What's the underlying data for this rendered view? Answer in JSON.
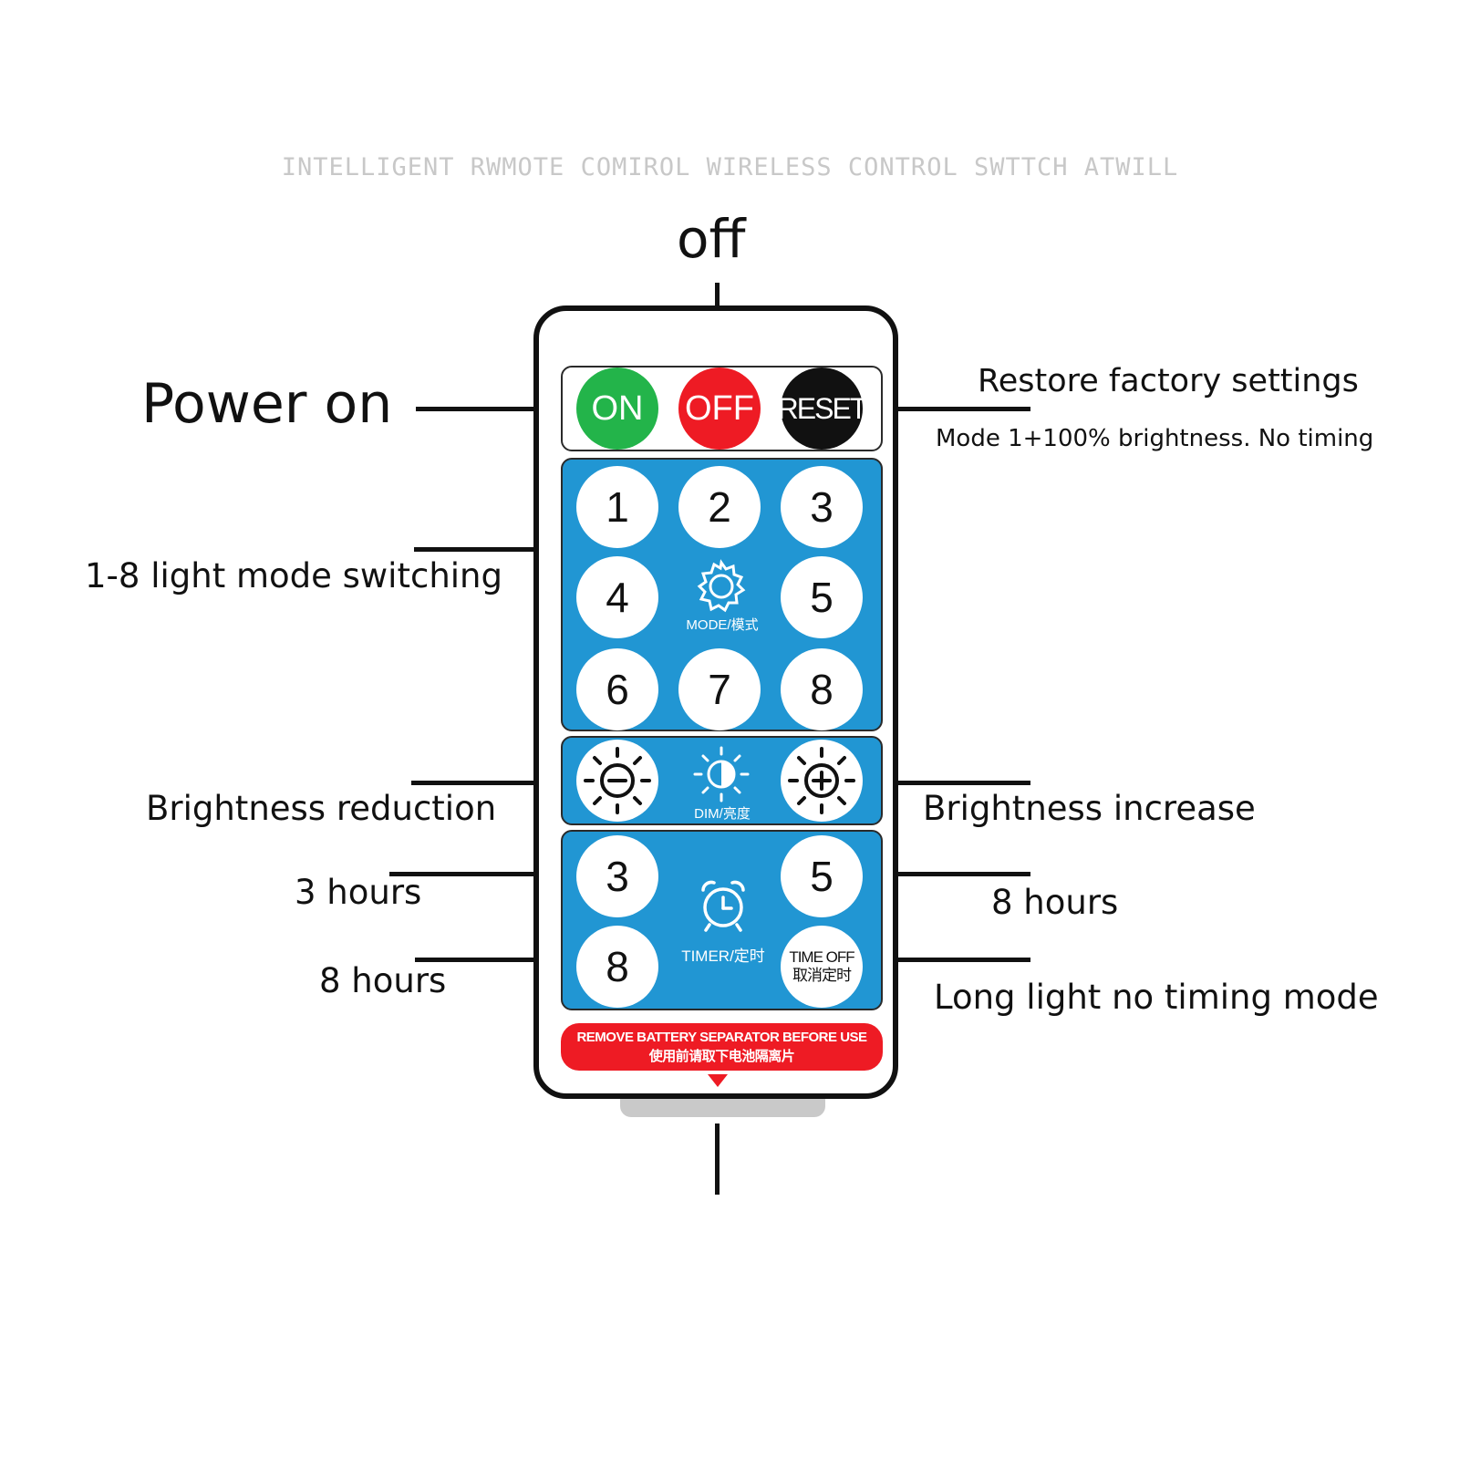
{
  "header": {
    "text": "INTELLIGENT RWMOTE COMIROL WIRELESS CONTROL SWTTCH ATWILL"
  },
  "callouts": {
    "off": "off",
    "power_on": "Power on",
    "restore": "Restore factory settings",
    "restore_sub": "Mode 1+100% brightness. No timing",
    "mode_switch": "1-8 light mode switching",
    "brightness_down": "Brightness reduction",
    "brightness_up": "Brightness increase",
    "three_hours": "3 hours",
    "eight_hours_left": "8 hours",
    "eight_hours_right": "8 hours",
    "long_light": "Long light no timing mode"
  },
  "remote": {
    "power": {
      "on": "ON",
      "off": "OFF",
      "reset": "RESET"
    },
    "mode_buttons": [
      "1",
      "2",
      "3",
      "4",
      "5",
      "6",
      "7",
      "8"
    ],
    "mode_label": "MODE/模式",
    "dim_label": "DIM/亮度",
    "timer_buttons": [
      "3",
      "5",
      "8"
    ],
    "timer_label": "TIMER/定时",
    "time_off_label": [
      "TIME OFF",
      "取消定时"
    ],
    "warning": [
      "REMOVE BATTERY SEPARATOR BEFORE USE",
      "使用前请取下电池隔离片"
    ]
  },
  "icons": {
    "mode": "gear-icon",
    "brightness_down": "sun-minus-icon",
    "dim": "half-sun-icon",
    "brightness_up": "sun-plus-icon",
    "timer": "alarm-clock-icon",
    "warning_arrow": "triangle-down-icon"
  },
  "colors": {
    "on": "#23b44a",
    "off": "#ee1b24",
    "reset": "#111111",
    "panel": "#2196d3",
    "warning": "#ee1b24"
  }
}
